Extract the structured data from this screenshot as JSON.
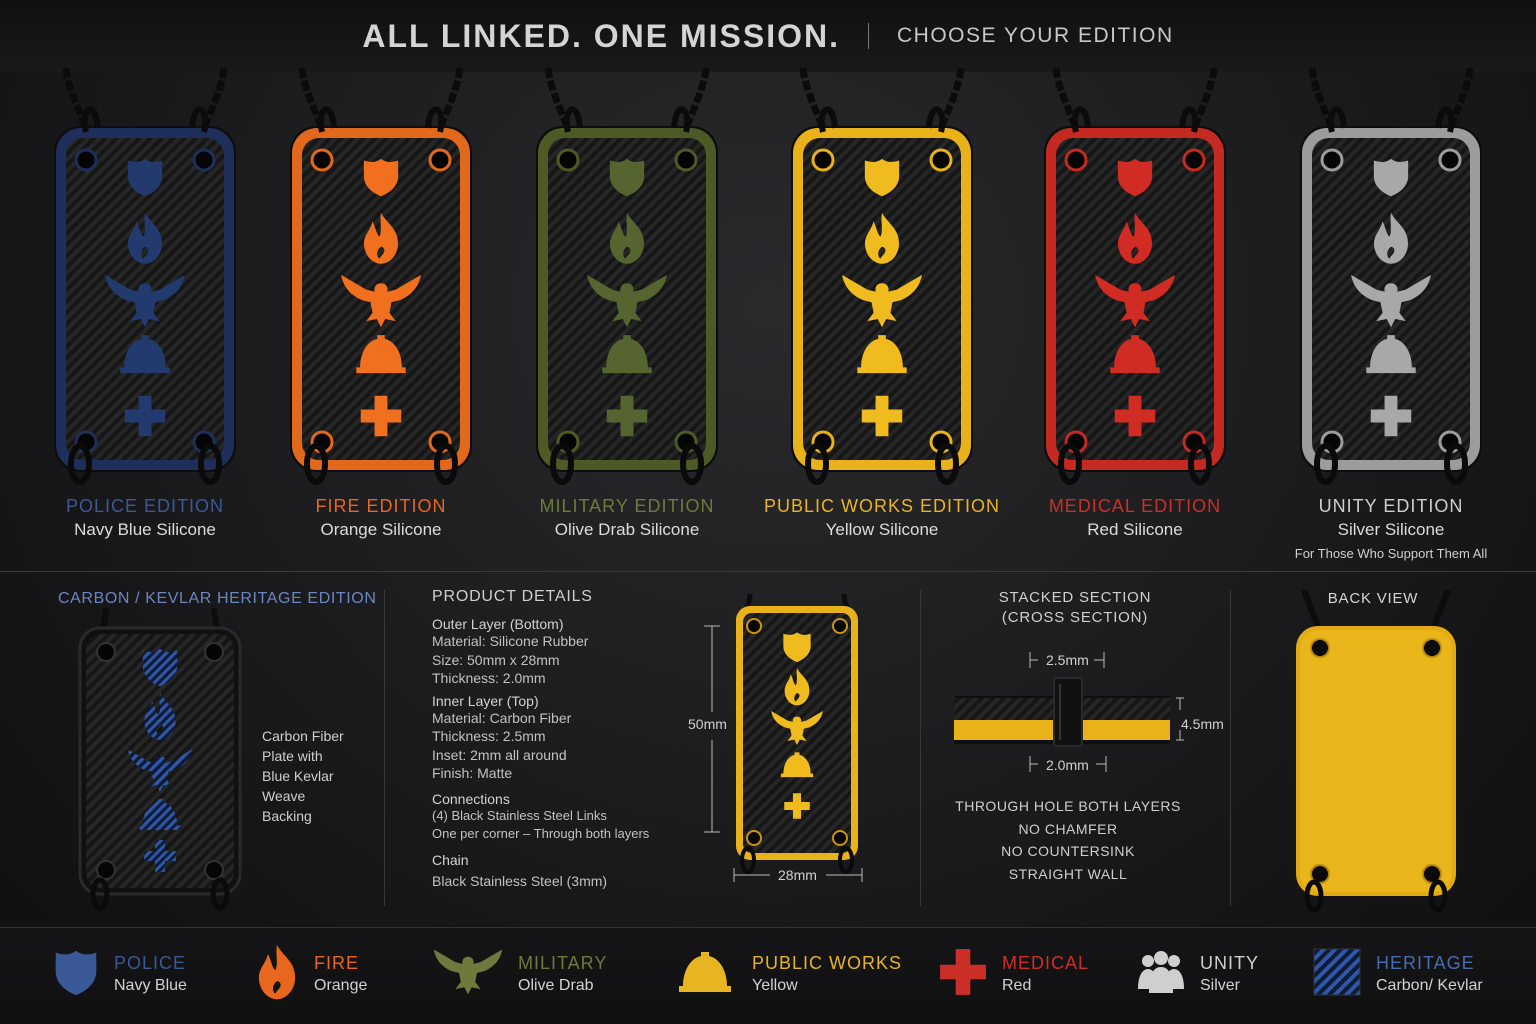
{
  "header": {
    "title": "ALL LINKED. ONE MISSION.",
    "subtitle": "CHOOSE YOUR EDITION"
  },
  "editions": [
    {
      "name": "POLICE EDITION",
      "material": "Navy Blue Silicone",
      "note": "",
      "color": "#1e2f5c",
      "label_color": "#3b5897",
      "symbol_color": "#223a6e"
    },
    {
      "name": "FIRE EDITION",
      "material": "Orange Silicone",
      "note": "",
      "color": "#e2681b",
      "label_color": "#e8661e",
      "symbol_color": "#f07020"
    },
    {
      "name": "MILITARY EDITION",
      "material": "Olive Drab Silicone",
      "note": "",
      "color": "#4d5a26",
      "label_color": "#6d7a3c",
      "symbol_color": "#566430"
    },
    {
      "name": "PUBLIC WORKS EDITION",
      "material": "Yellow Silicone",
      "note": "",
      "color": "#e9b21a",
      "label_color": "#e8b422",
      "symbol_color": "#f0bb1e"
    },
    {
      "name": "MEDICAL EDITION",
      "material": "Red Silicone",
      "note": "",
      "color": "#c42a22",
      "label_color": "#cc2f28",
      "symbol_color": "#d12c24"
    },
    {
      "name": "UNITY EDITION",
      "material": "Silver Silicone",
      "note": "For Those Who Support Them All",
      "color": "#9c9c9c",
      "label_color": "#cfcfcf",
      "symbol_color": "#a8a8a8"
    }
  ],
  "heritage": {
    "title": "CARBON / KEVLAR HERITAGE EDITION",
    "desc_lines": [
      "Carbon Fiber",
      "Plate with",
      "Blue Kevlar",
      "Weave",
      "Backing"
    ]
  },
  "details": {
    "heading": "PRODUCT DETAILS",
    "outer_heading": "Outer Layer (Bottom)",
    "outer_lines": [
      "Material: Silicone Rubber",
      "Size: 50mm x 28mm",
      "Thickness: 2.0mm"
    ],
    "inner_heading": "Inner Layer (Top)",
    "inner_lines": [
      "Material: Carbon Fiber",
      "Thickness: 2.5mm",
      "Inset: 2mm all around",
      "Finish: Matte"
    ],
    "connections_heading": "Connections",
    "connections_lines": [
      "(4) Black Stainless Steel Links",
      "One per corner – Through both layers"
    ],
    "chain_heading": "Chain",
    "chain_line": "Black Stainless Steel  (3mm)"
  },
  "dimensions": {
    "height": "50mm",
    "width": "28mm"
  },
  "stacked": {
    "title_line1": "STACKED SECTION",
    "title_line2": "(CROSS SECTION)",
    "top_dim": "2.5mm",
    "bottom_dim": "2.0mm",
    "side_dim": "4.5mm",
    "notes": [
      "THROUGH HOLE BOTH LAYERS",
      "NO CHAMFER",
      "NO COUNTERSINK",
      "STRAIGHT WALL"
    ]
  },
  "back": {
    "title": "BACK VIEW"
  },
  "legend": [
    {
      "name": "POLICE",
      "color_name": "Navy Blue",
      "color": "#3b5897",
      "icon": "shield-icon"
    },
    {
      "name": "FIRE",
      "color_name": "Orange",
      "color": "#e8661e",
      "icon": "flame-icon"
    },
    {
      "name": "MILITARY",
      "color_name": "Olive Drab",
      "color": "#6d7a3c",
      "icon": "eagle-icon"
    },
    {
      "name": "PUBLIC WORKS",
      "color_name": "Yellow",
      "color": "#e8b422",
      "icon": "hardhat-icon"
    },
    {
      "name": "MEDICAL",
      "color_name": "Red",
      "color": "#cc2f28",
      "icon": "cross-icon"
    },
    {
      "name": "UNITY",
      "color_name": "Silver",
      "color": "#cfcfcf",
      "icon": "people-icon"
    },
    {
      "name": "HERITAGE",
      "color_name": "Carbon/ Kevlar",
      "color": "#4a6bb0",
      "icon": "carbon-kevlar-icon"
    }
  ]
}
